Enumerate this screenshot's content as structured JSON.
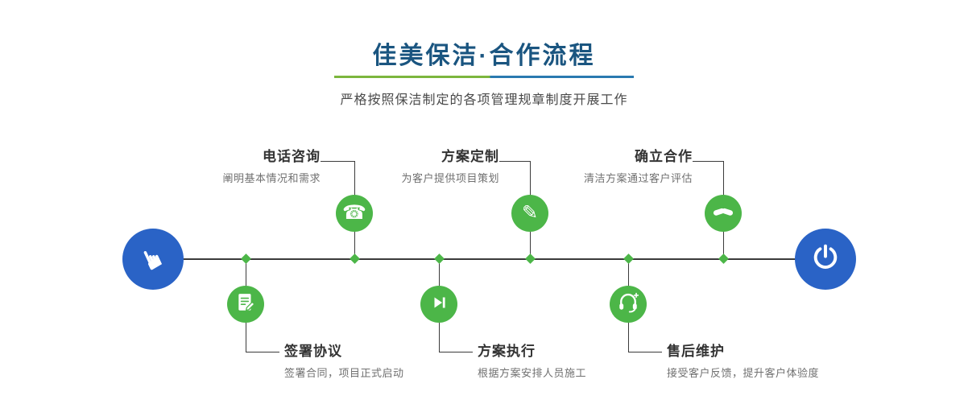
{
  "header": {
    "title": "佳美保洁·合作流程",
    "subtitle": "严格按照保洁制定的各项管理规章制度开展工作"
  },
  "colors": {
    "accent_green": "#4cb648",
    "accent_blue": "#2a63c6",
    "title_navy": "#1a5580",
    "line_dark": "#3b3b3b",
    "divider_green": "#7cb63d",
    "divider_blue": "#2a7ab0"
  },
  "timeline": {
    "start_icon": "pointing-hand-icon",
    "end_icon": "power-icon",
    "steps_top": [
      {
        "title": "电话咨询",
        "desc": "阐明基本情况和需求",
        "icon": "phone-icon"
      },
      {
        "title": "方案定制",
        "desc": "为客户提供项目策划",
        "icon": "pen-design-icon"
      },
      {
        "title": "确立合作",
        "desc": "清洁方案通过客户评估",
        "icon": "handshake-icon"
      }
    ],
    "steps_bottom": [
      {
        "title": "签署协议",
        "desc": "签署合同，项目正式启动",
        "icon": "contract-sign-icon"
      },
      {
        "title": "方案执行",
        "desc": "根据方案安排人员施工",
        "icon": "play-execute-icon"
      },
      {
        "title": "售后维护",
        "desc": "接受客户反馈，提升客户体验度",
        "icon": "headset-support-icon"
      }
    ]
  }
}
